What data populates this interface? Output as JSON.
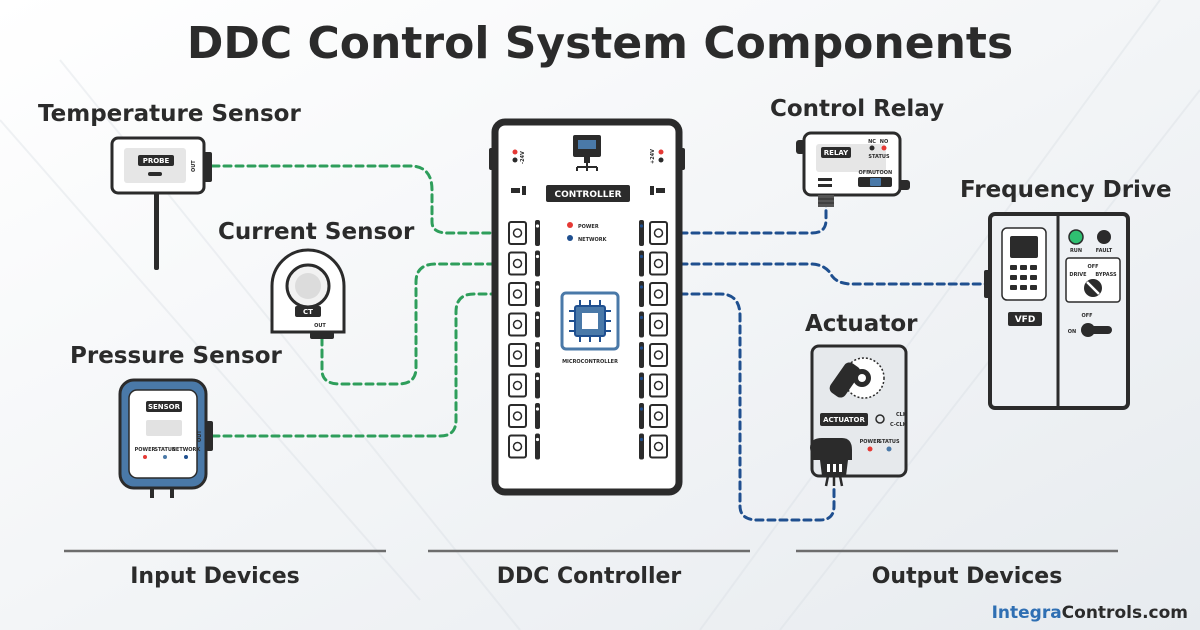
{
  "title": "DDC Control System Components",
  "devices": {
    "temperature_sensor": {
      "label": "Temperature Sensor",
      "chip": "PROBE",
      "port": "OUT"
    },
    "current_sensor": {
      "label": "Current Sensor",
      "chip": "CT",
      "port": "OUT"
    },
    "pressure_sensor": {
      "label": "Pressure Sensor",
      "chip": "SENSOR",
      "leds": [
        "POWER",
        "STATUS",
        "NETWORK"
      ],
      "port": "OUT"
    },
    "controller": {
      "chip": "CONTROLLER",
      "leds": [
        "POWER",
        "NETWORK"
      ],
      "micro": "MICROCONTROLLER",
      "port_left": "-24V",
      "port_right": "+24V"
    },
    "control_relay": {
      "label": "Control Relay",
      "chip": "RELAY",
      "contacts": [
        "NC",
        "NO"
      ],
      "status": "STATUS",
      "switch": [
        "OFF",
        "AUTO",
        "ON"
      ]
    },
    "frequency_drive": {
      "label": "Frequency Drive",
      "leds": [
        "RUN",
        "FAULT"
      ],
      "modes": [
        "OFF",
        "DRIVE",
        "BYPASS"
      ],
      "chip": "VFD",
      "disconnect": [
        "OFF",
        "ON"
      ]
    },
    "actuator": {
      "label": "Actuator",
      "chip": "ACTUATOR",
      "direction": [
        "CLK",
        "C-CLK"
      ],
      "leds": [
        "POWER",
        "STATUS"
      ]
    }
  },
  "sections": {
    "input": "Input Devices",
    "controller": "DDC Controller",
    "output": "Output Devices"
  },
  "brand": {
    "part1": "Integra",
    "part2": "Controls.com"
  },
  "colors": {
    "input_wire": "#2e9e5b",
    "output_wire": "#1f4f8f",
    "device_blue": "#4a79a8",
    "led_red": "#e53935",
    "led_blue": "#1f4f8f",
    "led_green": "#2fbf71",
    "brand_blue": "#2f6fb3"
  }
}
